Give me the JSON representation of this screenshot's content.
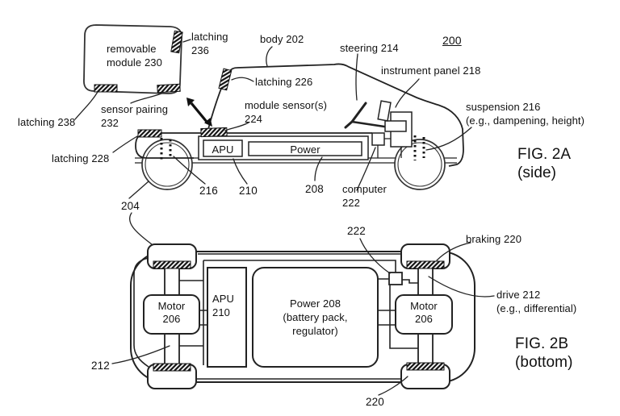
{
  "title": "Patent figure - vehicle with removable module",
  "figure_2a": {
    "caption": "FIG. 2A\n(side)",
    "ref_number": "200",
    "labels": {
      "removable_module": "removable\nmodule 230",
      "latching_236": "latching\n236",
      "body": "body 202",
      "steering": "steering 214",
      "instrument_panel": "instrument panel 218",
      "latching_226": "latching 226",
      "module_sensors": "module sensor(s)\n224",
      "sensor_pairing": "sensor pairing\n232",
      "latching_238": "latching 238",
      "latching_228": "latching 228",
      "suspension": "suspension 216\n(e.g., dampening, height)",
      "apu_box": "APU",
      "power_box": "Power",
      "computer": "computer\n222",
      "ref_216": "216",
      "ref_210": "210",
      "ref_208": "208",
      "ref_204": "204"
    }
  },
  "figure_2b": {
    "caption": "FIG. 2B\n(bottom)",
    "labels": {
      "ref_222": "222",
      "braking": "braking 220",
      "drive": "drive 212\n(e.g., differential)",
      "motor_left": "Motor\n206",
      "motor_right": "Motor\n206",
      "apu_box": "APU\n210",
      "power_box": "Power 208\n(battery pack,\nregulator)",
      "ref_212": "212",
      "ref_220": "220"
    }
  },
  "colors": {
    "ink": "#222222",
    "background": "#ffffff",
    "text": "#111111"
  }
}
